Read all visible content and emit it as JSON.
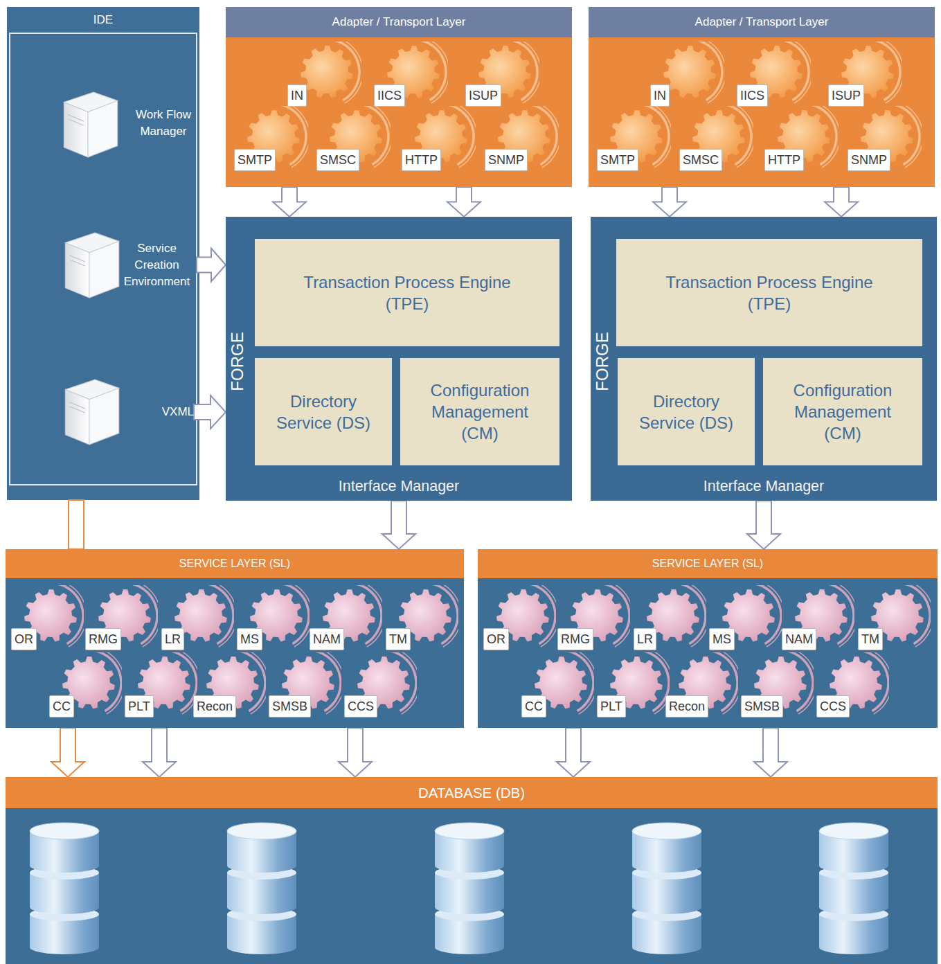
{
  "diagram": {
    "nodes": [
      {
        "text": [
          "IDE"
        ]
      },
      {
        "text": [
          "Work Flow Manager"
        ],
        "in": 0
      },
      {
        "text": [
          "Service Creation Environment"
        ],
        "in": 0
      },
      {
        "text": [
          "VXML"
        ],
        "in": 0
      },
      {
        "text": [
          "Adapter / Transport Layer"
        ]
      },
      {
        "text": [
          "IN"
        ],
        "in": 4
      },
      {
        "text": [
          "IICS"
        ],
        "in": 4
      },
      {
        "text": [
          "ISUP"
        ],
        "in": 4
      },
      {
        "text": [
          "SMTP"
        ],
        "in": 4
      },
      {
        "text": [
          "SMSC"
        ],
        "in": 4
      },
      {
        "text": [
          "HTTP"
        ],
        "in": 4
      },
      {
        "text": [
          "SNMP"
        ],
        "in": 4
      },
      {
        "text": [
          "Adapter / Transport Layer"
        ]
      },
      {
        "text": [
          "IN"
        ],
        "in": 12
      },
      {
        "text": [
          "IICS"
        ],
        "in": 12
      },
      {
        "text": [
          "ISUP"
        ],
        "in": 12
      },
      {
        "text": [
          "SMTP"
        ],
        "in": 12
      },
      {
        "text": [
          "SMSC"
        ],
        "in": 12
      },
      {
        "text": [
          "HTTP"
        ],
        "in": 12
      },
      {
        "text": [
          "SNMP"
        ],
        "in": 12
      },
      {
        "text": [
          "FORGE",
          "Interface Manager"
        ]
      },
      {
        "text": [
          "Transaction Process Engine (TPE)"
        ],
        "in": 20
      },
      {
        "text": [
          "Directory Service (DS)"
        ],
        "in": 20
      },
      {
        "text": [
          "Configuration Management (CM)"
        ],
        "in": 20
      },
      {
        "text": [
          "FORGE",
          "Interface Manager"
        ]
      },
      {
        "text": [
          "Transaction Process Engine (TPE)"
        ],
        "in": 24
      },
      {
        "text": [
          "Directory Service (DS)"
        ],
        "in": 24
      },
      {
        "text": [
          "Configuration Management (CM)"
        ],
        "in": 24
      },
      {
        "text": [
          "SERVICE LAYER (SL)"
        ]
      },
      {
        "text": [
          "OR"
        ],
        "in": 28
      },
      {
        "text": [
          "RMG"
        ],
        "in": 28
      },
      {
        "text": [
          "LR"
        ],
        "in": 28
      },
      {
        "text": [
          "MS"
        ],
        "in": 28
      },
      {
        "text": [
          "NAM"
        ],
        "in": 28
      },
      {
        "text": [
          "TM"
        ],
        "in": 28
      },
      {
        "text": [
          "CC"
        ],
        "in": 28
      },
      {
        "text": [
          "PLT"
        ],
        "in": 28
      },
      {
        "text": [
          "Recon"
        ],
        "in": 28
      },
      {
        "text": [
          "SMSB"
        ],
        "in": 28
      },
      {
        "text": [
          "CCS"
        ],
        "in": 28
      },
      {
        "text": [
          "SERVICE LAYER (SL)"
        ]
      },
      {
        "text": [
          "OR"
        ],
        "in": 40
      },
      {
        "text": [
          "RMG"
        ],
        "in": 40
      },
      {
        "text": [
          "LR"
        ],
        "in": 40
      },
      {
        "text": [
          "MS"
        ],
        "in": 40
      },
      {
        "text": [
          "NAM"
        ],
        "in": 40
      },
      {
        "text": [
          "TM"
        ],
        "in": 40
      },
      {
        "text": [
          "CC"
        ],
        "in": 40
      },
      {
        "text": [
          "PLT"
        ],
        "in": 40
      },
      {
        "text": [
          "Recon"
        ],
        "in": 40
      },
      {
        "text": [
          "SMSB"
        ],
        "in": 40
      },
      {
        "text": [
          "CCS"
        ],
        "in": 40
      },
      {
        "text": [
          "DATABASE (DB)"
        ]
      }
    ],
    "edges": [
      {
        "from": 4,
        "to": 20,
        "arrow": "to"
      },
      {
        "from": 4,
        "to": 20,
        "arrow": "to"
      },
      {
        "from": 12,
        "to": 24,
        "arrow": "to"
      },
      {
        "from": 12,
        "to": 24,
        "arrow": "to"
      },
      {
        "from": 2,
        "to": 20,
        "arrow": "to"
      },
      {
        "from": 3,
        "to": 20,
        "arrow": "to"
      },
      {
        "from": 20,
        "to": 28,
        "arrow": "to"
      },
      {
        "from": 24,
        "to": 40,
        "arrow": "to"
      },
      {
        "from": 0,
        "to": 28,
        "arrow": "none"
      },
      {
        "from": 28,
        "to": 52,
        "arrow": "to"
      },
      {
        "from": 28,
        "to": 52,
        "arrow": "to"
      },
      {
        "from": 28,
        "to": 52,
        "arrow": "to"
      },
      {
        "from": 40,
        "to": 52,
        "arrow": "to"
      },
      {
        "from": 40,
        "to": 52,
        "arrow": "to"
      }
    ]
  }
}
